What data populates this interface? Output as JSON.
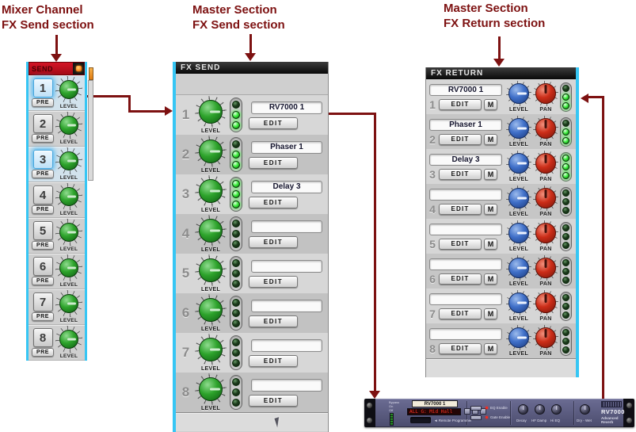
{
  "annotations": {
    "mixer_channel_label": [
      "Mixer Channel",
      "FX Send section"
    ],
    "master_send_label": [
      "Master Section",
      "FX Send section"
    ],
    "master_return_label": [
      "Master Section",
      "FX Return section"
    ]
  },
  "colors": {
    "annotation_text": "#7d1111",
    "arrow": "#7d1111",
    "cyan_border": "#36c6f4",
    "send_header_red": "#d41526",
    "knob_green": "#2da32b",
    "knob_blue": "#3f6fc8",
    "knob_red": "#cc2d18",
    "led_on": "#44ee44",
    "led_off": "#1d3d1d"
  },
  "send_strip": {
    "header": "SEND",
    "pre_label": "PRE",
    "level_label": "LEVEL",
    "rows": [
      {
        "number": "1",
        "state": "active"
      },
      {
        "number": "2",
        "state": ""
      },
      {
        "number": "3",
        "state": "active"
      },
      {
        "number": "4",
        "state": ""
      },
      {
        "number": "5",
        "state": ""
      },
      {
        "number": "6",
        "state": ""
      },
      {
        "number": "7",
        "state": ""
      },
      {
        "number": "8",
        "state": ""
      }
    ]
  },
  "fx_send": {
    "header": "FX SEND",
    "level_label": "LEVEL",
    "edit_label": "EDIT",
    "rows": [
      {
        "number": "1",
        "name": "RV7000 1",
        "leds": [
          "off",
          "on",
          "on"
        ]
      },
      {
        "number": "2",
        "name": "Phaser 1",
        "leds": [
          "off",
          "on",
          "on"
        ]
      },
      {
        "number": "3",
        "name": "Delay 3",
        "leds": [
          "on",
          "on",
          "on"
        ]
      },
      {
        "number": "4",
        "name": "",
        "leds": [
          "off",
          "off",
          "off"
        ]
      },
      {
        "number": "5",
        "name": "",
        "leds": [
          "off",
          "off",
          "off"
        ]
      },
      {
        "number": "6",
        "name": "",
        "leds": [
          "off",
          "off",
          "off"
        ]
      },
      {
        "number": "7",
        "name": "",
        "leds": [
          "off",
          "off",
          "off"
        ]
      },
      {
        "number": "8",
        "name": "",
        "leds": [
          "off",
          "off",
          "off"
        ]
      }
    ]
  },
  "fx_return": {
    "header": "FX RETURN",
    "level_label": "LEVEL",
    "pan_label": "PAN",
    "edit_label": "EDIT",
    "mute_label": "M",
    "rows": [
      {
        "number": "1",
        "name": "RV7000 1",
        "leds": [
          "off",
          "on",
          "on"
        ]
      },
      {
        "number": "2",
        "name": "Phaser 1",
        "leds": [
          "off",
          "on",
          "on"
        ]
      },
      {
        "number": "3",
        "name": "Delay 3",
        "leds": [
          "on",
          "on",
          "on"
        ]
      },
      {
        "number": "4",
        "name": "",
        "leds": [
          "off",
          "off",
          "off"
        ]
      },
      {
        "number": "5",
        "name": "",
        "leds": [
          "off",
          "off",
          "off"
        ]
      },
      {
        "number": "6",
        "name": "",
        "leds": [
          "off",
          "off",
          "off"
        ]
      },
      {
        "number": "7",
        "name": "",
        "leds": [
          "off",
          "off",
          "off"
        ]
      },
      {
        "number": "8",
        "name": "",
        "leds": [
          "off",
          "off",
          "off"
        ]
      }
    ]
  },
  "device": {
    "tape_label": "RV7000 1",
    "display_text": "ALL G: Mid Hall",
    "remote_label": "◄ Remote Programmer",
    "eq_enable_label": "EQ Enable",
    "gate_enable_label": "Gate Enable",
    "knob_labels": [
      "Decay",
      "HF Damp",
      "Hi EQ"
    ],
    "drywet_label": "Dry - Wet",
    "logo": "RV7000",
    "logo_sub1": "Advanced",
    "logo_sub2": "Reverb",
    "switch_labels": [
      "Bypass",
      "On",
      "Off"
    ]
  }
}
